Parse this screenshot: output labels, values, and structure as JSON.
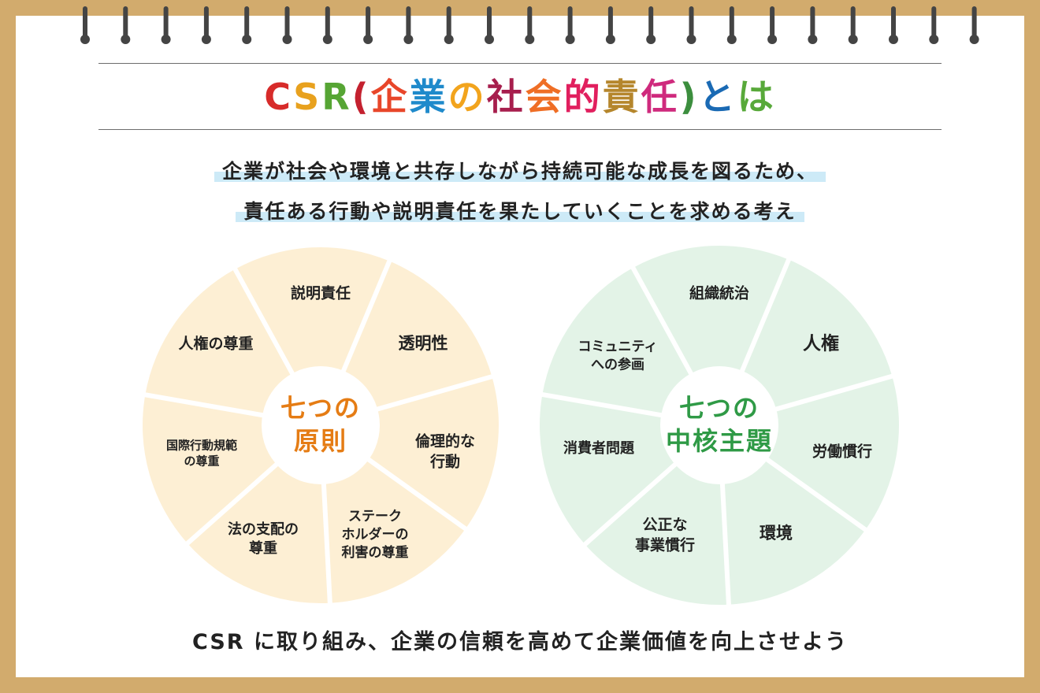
{
  "title": {
    "chars": [
      {
        "text": "C",
        "color": "#d72b2a"
      },
      {
        "text": "S",
        "color": "#e8a11e"
      },
      {
        "text": "R",
        "color": "#56a534"
      },
      {
        "text": "(",
        "color": "#c4212f"
      },
      {
        "text": "企",
        "color": "#e8462a"
      },
      {
        "text": "業",
        "color": "#1f8acb"
      },
      {
        "text": "の",
        "color": "#f2a41d"
      },
      {
        "text": "社",
        "color": "#a71e4d"
      },
      {
        "text": "会",
        "color": "#ef6e25"
      },
      {
        "text": "的",
        "color": "#e11f5e"
      },
      {
        "text": "責",
        "color": "#b5862c"
      },
      {
        "text": "任",
        "color": "#cf2a7d"
      },
      {
        "text": ")",
        "color": "#3c8e3e"
      },
      {
        "text": "と",
        "color": "#1a6ab4"
      },
      {
        "text": "は",
        "color": "#58a93a"
      }
    ]
  },
  "lead": {
    "line1": "企業が社会や環境と共存しながら持続可能な成長を図るため、",
    "line2": "責任ある行動や説明責任を果たしていくことを求める考え"
  },
  "wheels": [
    {
      "center_lines": [
        "七つの",
        "原則"
      ],
      "center_color": "#e57c14",
      "segment_color": "#fdefd4",
      "segments": [
        [
          "説明責任"
        ],
        [
          "透明性"
        ],
        [
          "倫理的な",
          "行動"
        ],
        [
          "ステーク",
          "ホルダーの",
          "利害の尊重"
        ],
        [
          "法の支配の",
          "尊重"
        ],
        [
          "国際行動規範",
          "の尊重"
        ],
        [
          "人権の尊重"
        ]
      ]
    },
    {
      "center_lines": [
        "七つの",
        "中核主題"
      ],
      "center_color": "#2f9a46",
      "segment_color": "#e3f3e7",
      "segments": [
        [
          "組織統治"
        ],
        [
          "人権"
        ],
        [
          "労働慣行"
        ],
        [
          "環境"
        ],
        [
          "公正な",
          "事業慣行"
        ],
        [
          "消費者問題"
        ],
        [
          "コミュニティ",
          "への参画"
        ]
      ]
    }
  ],
  "footer": "CSR に取り組み、企業の信頼を高めて企業価値を向上させよう",
  "colors": {
    "frame": "#d2ab6d",
    "paper": "#ffffff",
    "ring": "#444444",
    "highlight": "#cdeaf7"
  }
}
